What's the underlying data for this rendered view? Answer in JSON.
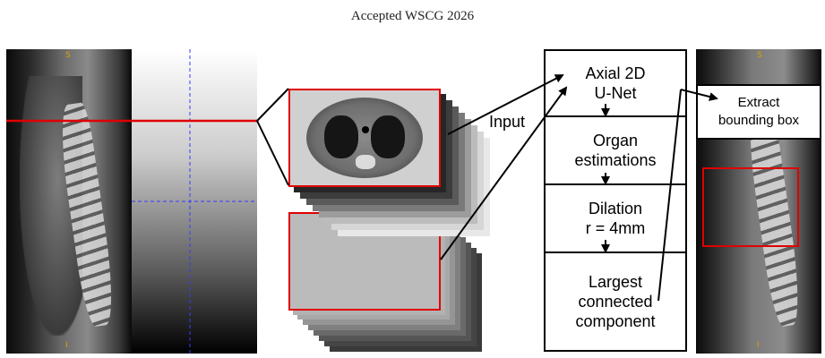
{
  "header": {
    "text": "Accepted WSCG 2026"
  },
  "ct_markers": {
    "top": "S",
    "bottom": "I"
  },
  "pipeline": {
    "input_label": "Input",
    "steps": [
      {
        "id": "unet",
        "label": "Axial 2D\nU-Net"
      },
      {
        "id": "organ",
        "label": "Organ\nestimations"
      },
      {
        "id": "dilation",
        "label": "Dilation\nr = 4mm"
      },
      {
        "id": "largest",
        "label": "Largest\nconnected\ncomponent"
      }
    ],
    "output_label": "Extract\nbounding box"
  },
  "colors": {
    "accent": "#e00000",
    "line": "#000000",
    "crosshair": "#3a3aff"
  }
}
